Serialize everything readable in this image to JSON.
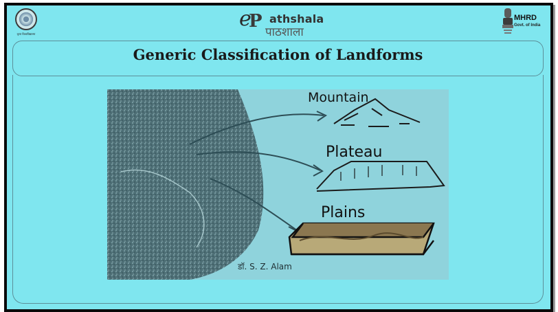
{
  "header": {
    "left_logo_caption": "कृपा विश्वविद्यालय",
    "center_logo": {
      "brand": "athshala",
      "hindi": "पाठशाला"
    },
    "right_logo": {
      "title": "MHRD",
      "subtitle": "Govt. of India"
    }
  },
  "slide": {
    "title": "Generic Classification of Landforms"
  },
  "figure": {
    "labels": [
      "Mountain",
      "Plateau",
      "Plains"
    ],
    "signature": "डॉ. S. Z. Alam",
    "colors": {
      "background": "#7fe6ef",
      "image_tint": "#8fd3dc",
      "earth": "#4d6b71"
    }
  }
}
